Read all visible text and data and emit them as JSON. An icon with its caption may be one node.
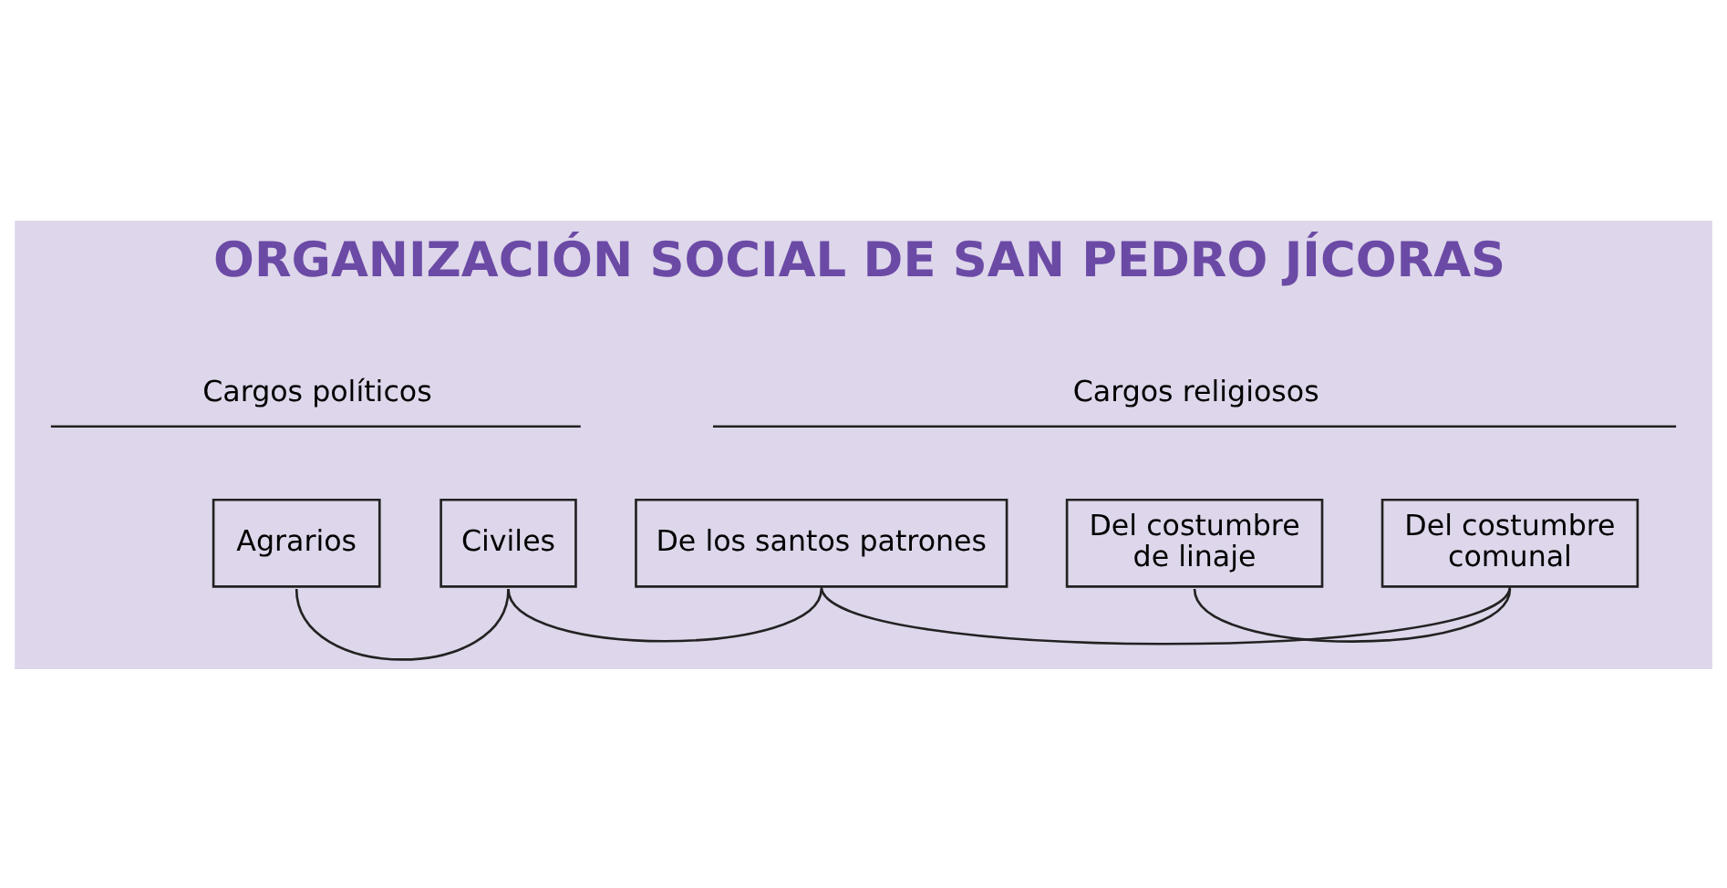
{
  "diagram": {
    "title": "ORGANIZACIÓN SOCIAL DE SAN PEDRO JÍCORAS",
    "nodes": [
      {
        "text": [
          "Agrarios"
        ]
      },
      {
        "text": [
          "Civiles"
        ]
      },
      {
        "text": [
          "De los santos patrones"
        ]
      },
      {
        "text": [
          "Del costumbre de linaje"
        ]
      },
      {
        "text": [
          "Del costumbre comunal"
        ]
      }
    ],
    "edges": [
      {
        "from": 0,
        "to": 1,
        "arrow": "none"
      },
      {
        "from": 1,
        "to": 2,
        "arrow": "none"
      },
      {
        "from": 2,
        "to": 4,
        "arrow": "none"
      },
      {
        "from": 3,
        "to": 4,
        "arrow": "none"
      }
    ],
    "labels": [
      "Cargos políticos",
      "Cargos religiosos"
    ]
  }
}
